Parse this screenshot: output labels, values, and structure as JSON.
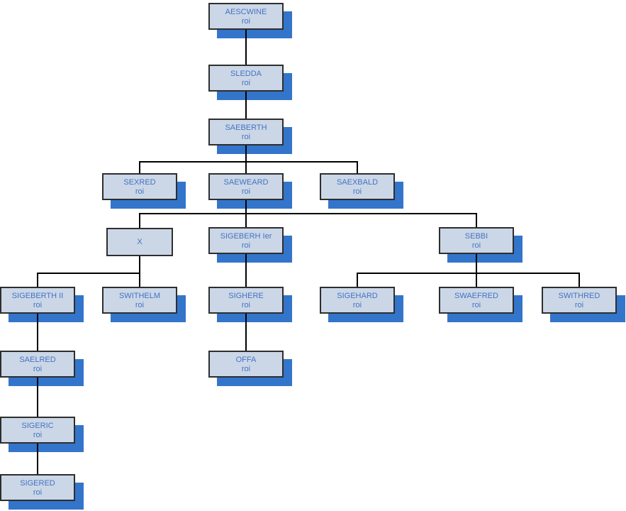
{
  "diagram": {
    "type": "family-tree",
    "language": "fr",
    "title_label": "",
    "node_subtitle_common": "roi",
    "colors": {
      "background": "#ffffff",
      "box_fill": "#cbd7e6",
      "box_border": "#2e2e2e",
      "shadow_blue": "#3375cb",
      "text_blue": "#4472c4",
      "connector": "#000000"
    },
    "nodes": [
      {
        "name": "AESCWINE",
        "title": "roi"
      },
      {
        "name": "SLEDDA",
        "title": "roi"
      },
      {
        "name": "SAEBERTH",
        "title": "roi"
      },
      {
        "name": "SEXRED",
        "title": "roi"
      },
      {
        "name": "SAEWEARD",
        "title": "roi"
      },
      {
        "name": "SAEXBALD",
        "title": "roi"
      },
      {
        "name": "X",
        "title": ""
      },
      {
        "name": "SIGEBERH Ier",
        "title": "roi"
      },
      {
        "name": "SEBBI",
        "title": "roi"
      },
      {
        "name": "SIGEBERTH II",
        "title": "roi"
      },
      {
        "name": "SWITHELM",
        "title": "roi"
      },
      {
        "name": "SIGHERE",
        "title": "roi"
      },
      {
        "name": "SIGEHARD",
        "title": "roi"
      },
      {
        "name": "SWAEFRED",
        "title": "roi"
      },
      {
        "name": "SWITHRED",
        "title": "roi"
      },
      {
        "name": "SAELRED",
        "title": "roi"
      },
      {
        "name": "OFFA",
        "title": "roi"
      },
      {
        "name": "SIGERIC",
        "title": "roi"
      },
      {
        "name": "SIGERED",
        "title": "roi"
      }
    ],
    "edges": [
      [
        "AESCWINE",
        "SLEDDA"
      ],
      [
        "SLEDDA",
        "SAEBERTH"
      ],
      [
        "SAEBERTH",
        "SEXRED"
      ],
      [
        "SAEBERTH",
        "SAEWEARD"
      ],
      [
        "SAEBERTH",
        "SAEXBALD"
      ],
      [
        "SAEWEARD",
        "X"
      ],
      [
        "SAEWEARD",
        "SIGEBERH Ier"
      ],
      [
        "SAEWEARD",
        "SEBBI"
      ],
      [
        "X",
        "SIGEBERTH II"
      ],
      [
        "X",
        "SWITHELM"
      ],
      [
        "SIGEBERH Ier",
        "SIGHERE"
      ],
      [
        "SEBBI",
        "SIGEHARD"
      ],
      [
        "SEBBI",
        "SWAEFRED"
      ],
      [
        "SEBBI",
        "SWITHRED"
      ],
      [
        "SIGEBERTH II",
        "SAELRED"
      ],
      [
        "SIGHERE",
        "OFFA"
      ],
      [
        "SAELRED",
        "SIGERIC"
      ],
      [
        "SIGERIC",
        "SIGERED"
      ]
    ]
  }
}
